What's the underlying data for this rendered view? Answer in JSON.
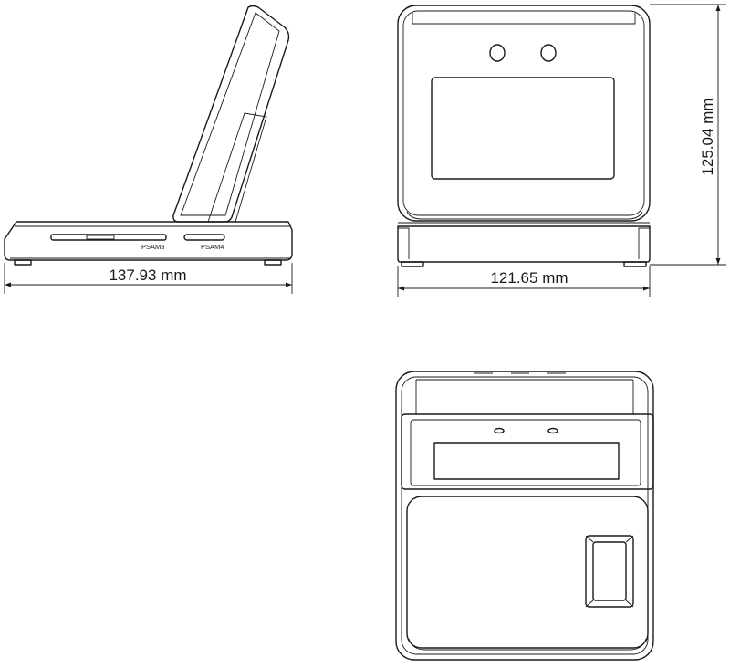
{
  "dimensions": {
    "side_width": "137.93 mm",
    "front_width": "121.65 mm",
    "front_height": "125.04 mm"
  },
  "labels": {
    "slot_left": "PSAM3",
    "slot_right": "PSAM4"
  }
}
